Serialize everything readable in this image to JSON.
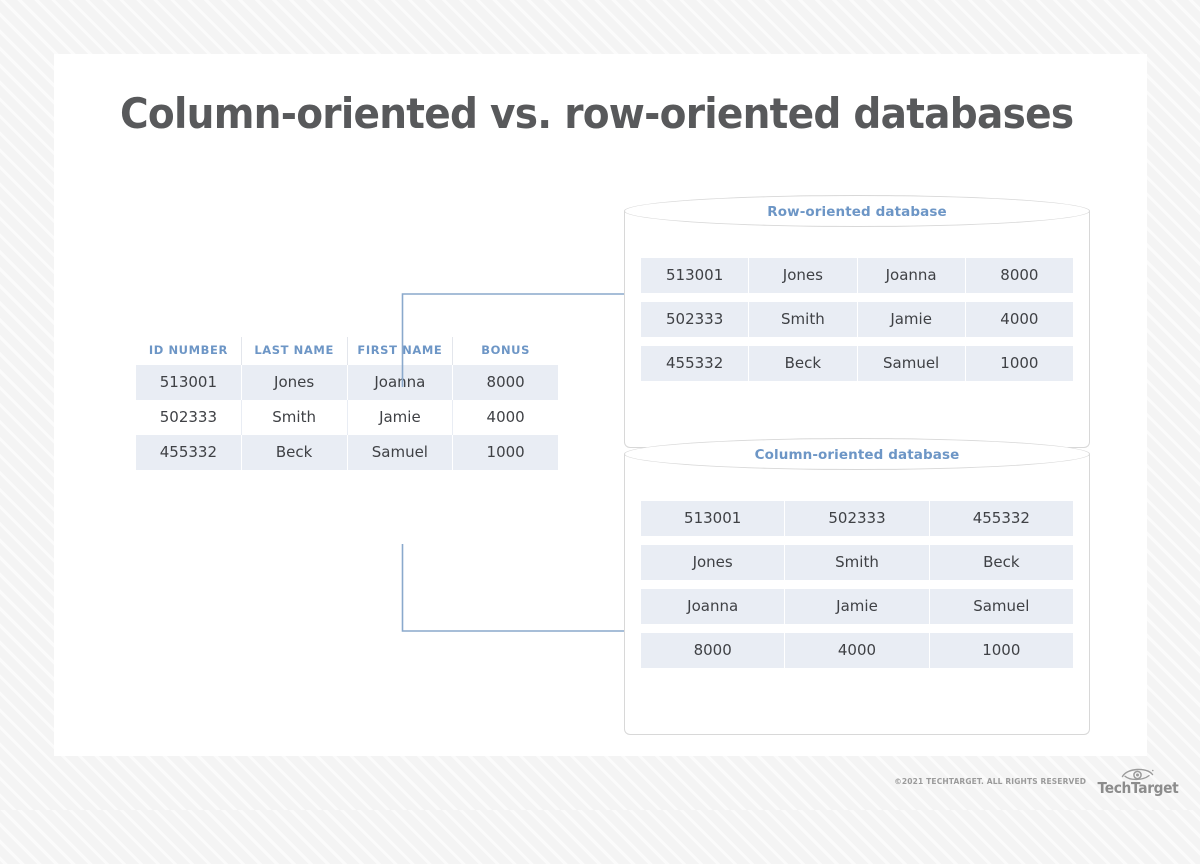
{
  "page": {
    "title": "Column-oriented vs. row-oriented databases",
    "accent_blue": "#6d96c6",
    "text_gray": "#3f4145",
    "title_gray": "#58595b",
    "cell_fill": "#e9edf4",
    "arrow_color": "#8aa9cc",
    "cylinder_stroke": "#d8d8d8",
    "background": "#f5f5f5"
  },
  "source_table": {
    "name": "employee-records",
    "headers": [
      "ID NUMBER",
      "LAST NAME",
      "FIRST NAME",
      "BONUS"
    ],
    "rows": [
      [
        "513001",
        "Jones",
        "Joanna",
        "8000"
      ],
      [
        "502333",
        "Smith",
        "Jamie",
        "4000"
      ],
      [
        "455332",
        "Beck",
        "Samuel",
        "1000"
      ]
    ]
  },
  "row_db": {
    "title": "Row-oriented database",
    "rows": [
      [
        "513001",
        "Jones",
        "Joanna",
        "8000"
      ],
      [
        "502333",
        "Smith",
        "Jamie",
        "4000"
      ],
      [
        "455332",
        "Beck",
        "Samuel",
        "1000"
      ]
    ]
  },
  "column_db": {
    "title": "Column-oriented database",
    "rows": [
      [
        "513001",
        "502333",
        "455332"
      ],
      [
        "Jones",
        "Smith",
        "Beck"
      ],
      [
        "Joanna",
        "Jamie",
        "Samuel"
      ],
      [
        "8000",
        "4000",
        "1000"
      ]
    ]
  },
  "arrows": {
    "top_label": "rows-to-row-database-arrow",
    "bottom_label": "columns-to-column-database-arrow"
  },
  "footer": {
    "copyright": "©2021 TECHTARGET. ALL RIGHTS RESERVED",
    "brand": "TechTarget"
  }
}
